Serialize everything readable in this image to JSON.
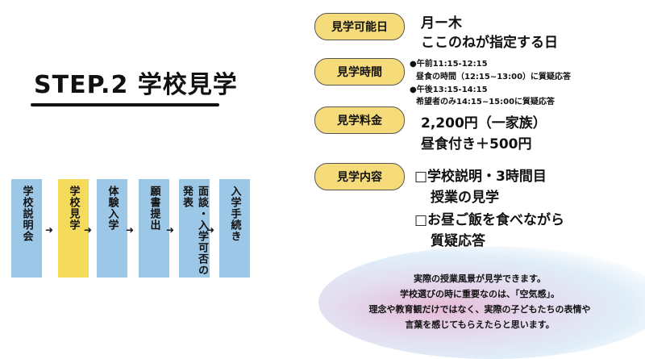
{
  "title": "STEP.2  学校見学",
  "steps": [
    {
      "label": "学校説明会",
      "active": false
    },
    {
      "label": "学校見学",
      "active": true
    },
    {
      "label": "体験入学",
      "active": false
    },
    {
      "label": "願書提出",
      "active": false
    },
    {
      "label": "面談・入学可否の発表",
      "active": false
    },
    {
      "label": "入学手続き",
      "active": false
    }
  ],
  "arrow_glyph": "➜",
  "info": {
    "days_label": "見学可能日",
    "days_line1": "月ー木",
    "days_line2": "ここのねが指定する日",
    "time_label": "見学時間",
    "time_am": "●午前11:15-12:15",
    "time_am_note": "昼食の時間（12:15~13:00）に質疑応答",
    "time_pm": "●午後13:15-14:15",
    "time_pm_note": "希望者のみ14:15~15:00に質疑応答",
    "fee_label": "見学料金",
    "fee_line1": "2,200円（一家族）",
    "fee_line2": "昼食付き＋500円",
    "content_label": "見学内容",
    "content_line1": "□学校説明・3時間目",
    "content_line2": "授業の見学",
    "content_line3": "□お昼ご飯を食べながら",
    "content_line4": "質疑応答"
  },
  "note": {
    "line1": "実際の授業風景が見学できます。",
    "line2": "学校選びの時に重要なのは、「空気感」。",
    "line3": "理念や教育観だけではなく、実際の子どもたちの表情や",
    "line4": "言葉を感じてもらえたらと思います。"
  }
}
